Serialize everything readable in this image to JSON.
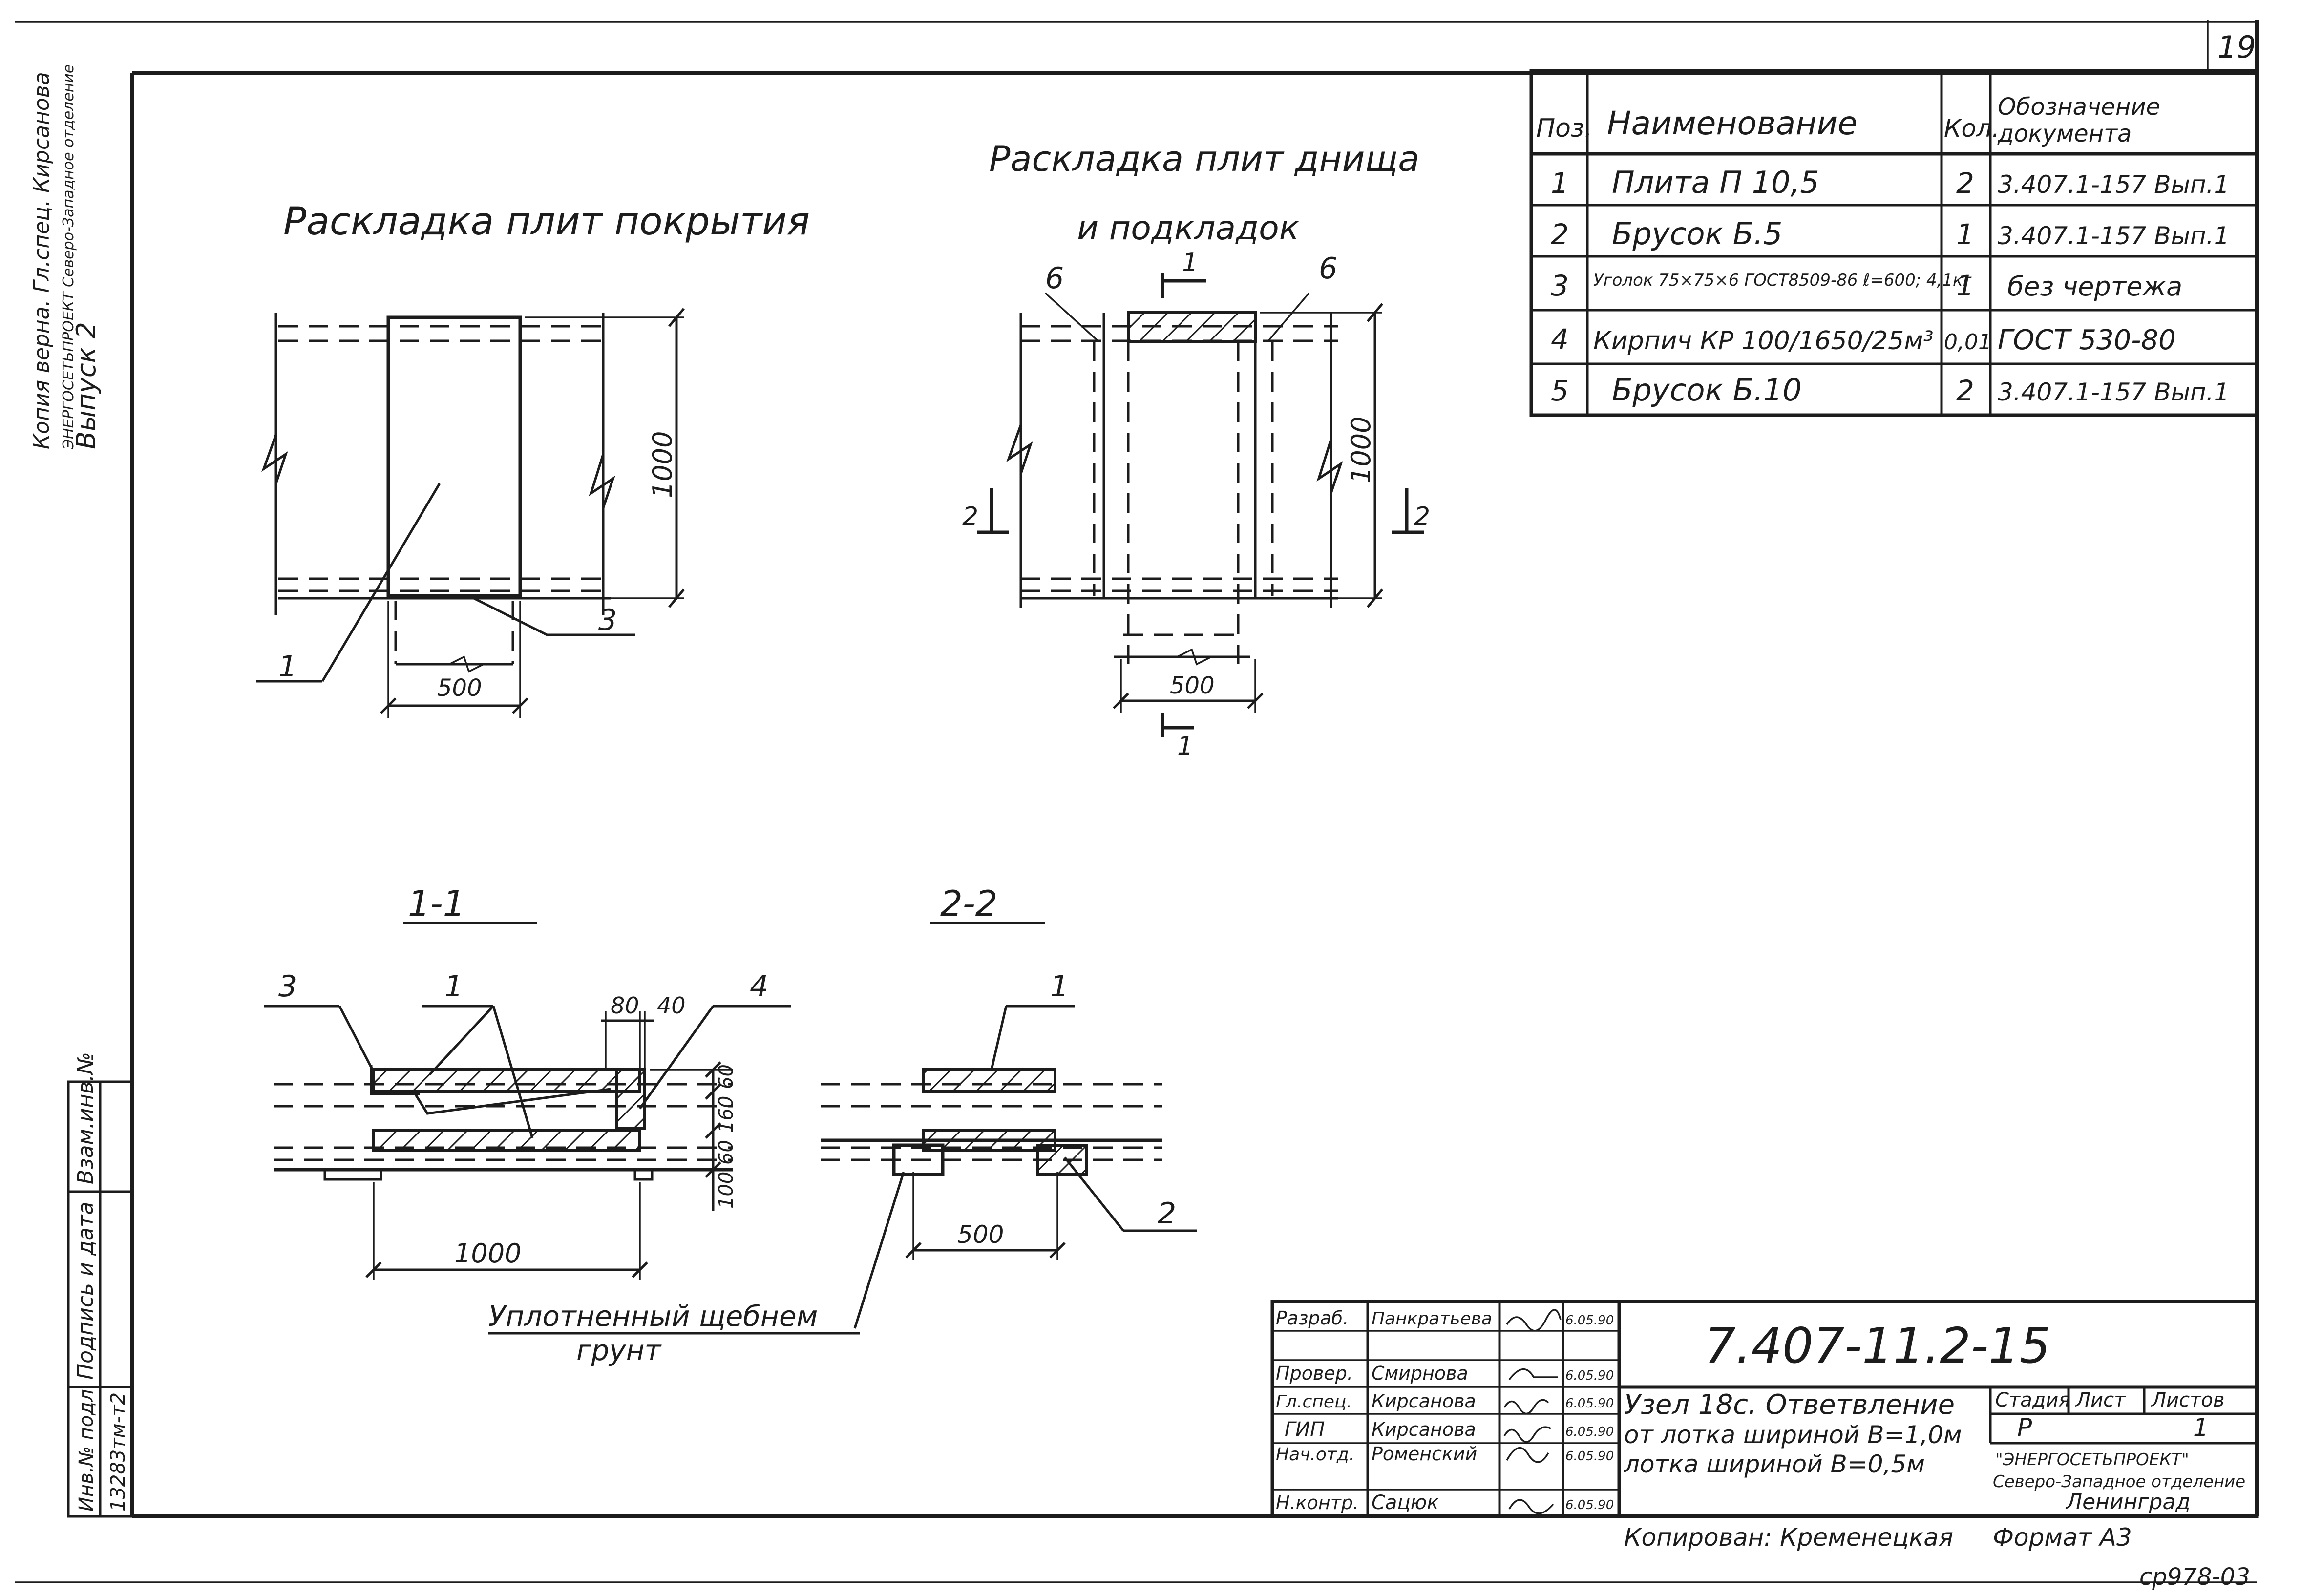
{
  "sheet": {
    "page_number": "19",
    "margin_stamp_top": "Копия верна. Гл.спец. Кирсанова",
    "margin_stamp_org": "ЭНЕРГОСЕТЬПРОЕКТ Северо-Западное отделение",
    "margin_stamp_issue": "Выпуск 2",
    "copy_code": "ср978-03"
  },
  "views": {
    "cover_title": "Раскладка плит покрытия",
    "bottom_title_1": "Раскладка плит днища",
    "bottom_title_2": "и подкладок",
    "section_1": "1-1",
    "section_2": "2-2"
  },
  "dims": {
    "d1000": "1000",
    "d500": "500",
    "d80": "80",
    "d40": "40",
    "d60": "60",
    "d160": "160",
    "d100": "100"
  },
  "marks": {
    "m1": "1",
    "m2": "2",
    "m3": "3",
    "m4": "4",
    "m6": "6"
  },
  "notes": {
    "soil_line1": "Уплотненный щебнем",
    "soil_line2": "грунт",
    "copied": "Копирован: Кременецкая",
    "format": "Формат А3"
  },
  "spec": {
    "headers": [
      "Поз.",
      "Наименование",
      "Кол.",
      "Обозначение документа"
    ],
    "rows": [
      {
        "pos": "1",
        "name": "Плита П 10,5",
        "qty": "2",
        "doc": "3.407.1-157 Вып.1"
      },
      {
        "pos": "2",
        "name": "Брусок Б.5",
        "qty": "1",
        "doc": "3.407.1-157 Вып.1"
      },
      {
        "pos": "3",
        "name": "Уголок 75×75×6 ГОСТ8509-86 ℓ=600; 4,1кг",
        "qty": "1",
        "doc": "без чертежа"
      },
      {
        "pos": "4",
        "name": "Кирпич КР 100/1650/25м³",
        "qty": "0,01",
        "doc": "ГОСТ 530-80"
      },
      {
        "pos": "5",
        "name": "Брусок Б.10",
        "qty": "2",
        "doc": "3.407.1-157 Вып.1"
      }
    ]
  },
  "left_stamp": {
    "cells": [
      "Взам.инв.№",
      "Подпись и дата",
      "Инв.№ подл.",
      "13283тм-т2"
    ]
  },
  "title_block": {
    "doc_number": "7.407-11.2-15",
    "description": [
      "Узел 18с. Ответвление",
      "от лотка шириной В=1,0м",
      "лотка шириной В=0,5м"
    ],
    "stage_label": "Стадия",
    "sheet_label": "Лист",
    "sheets_label": "Листов",
    "stage_value": "Р",
    "sheets_value": "1",
    "org": [
      "\"ЭНЕРГОСЕТЬПРОЕКТ\"",
      "Северо-Западное отделение",
      "Ленинград"
    ],
    "staff": [
      {
        "role": "Разраб.",
        "name": "Панкратьева",
        "date": "6.05.90"
      },
      {
        "role": "Провер.",
        "name": "Смирнова",
        "date": "6.05.90"
      },
      {
        "role": "Гл.спец.",
        "name": "Кирсанова",
        "date": "6.05.90"
      },
      {
        "role": "ГИП",
        "name": "Кирсанова",
        "date": "6.05.90"
      },
      {
        "role": "Нач.отд.",
        "name": "Роменский",
        "date": "6.05.90"
      },
      {
        "role": "Н.контр.",
        "name": "Сацюк",
        "date": "6.05.90"
      }
    ]
  }
}
